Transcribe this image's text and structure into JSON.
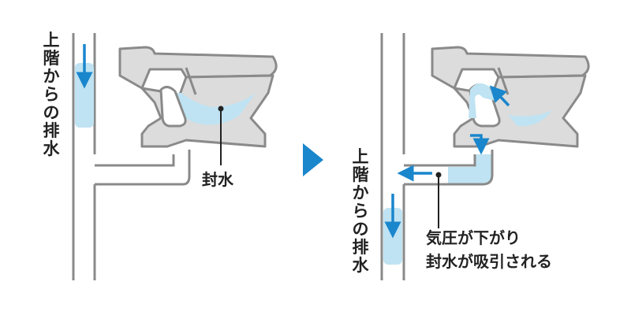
{
  "colors": {
    "pipe_stroke": "#8a8a8a",
    "toilet_fill": "#dcdcdc",
    "water": "#bfe3f2",
    "arrow": "#1a86cc",
    "text": "#222222"
  },
  "left_panel": {
    "vertical_label_chars": [
      "上",
      "階",
      "か",
      "ら",
      "の",
      "排",
      "水"
    ],
    "seal_water_label": "封水"
  },
  "right_panel": {
    "vertical_label_chars": [
      "上",
      "階",
      "か",
      "ら",
      "の",
      "排",
      "水"
    ],
    "pressure_label_line1": "気圧が下がり",
    "pressure_label_line2": "封水が吸引される"
  },
  "icons": {
    "transition": "triangle-right-icon",
    "flow": "arrow-icon"
  }
}
